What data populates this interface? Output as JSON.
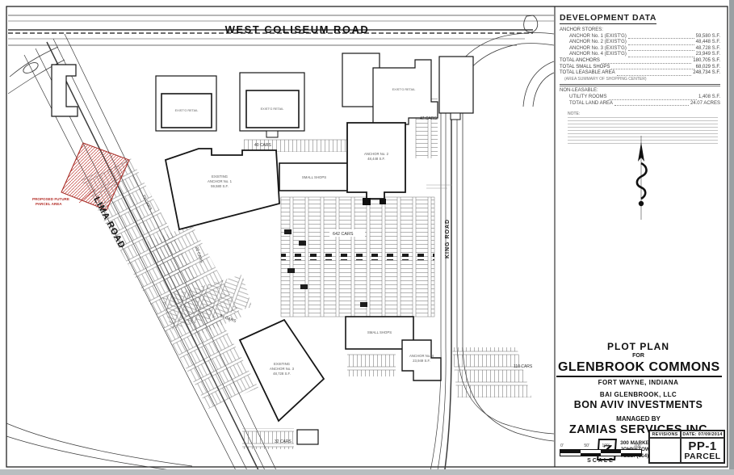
{
  "drawing": {
    "roads": {
      "west": "WEST COLISEUM ROAD",
      "lima": "LIMA ROAD",
      "king": "KING ROAD"
    },
    "red_note": {
      "line1": "PROPOSED FUTURE",
      "line2": "PARCEL AREA"
    },
    "parking": {
      "c40": "40 CARS",
      "c47": "47 CARS",
      "c642": "642 CARS",
      "c73": "73 CARS",
      "c22": "22 CARS",
      "c84": "84 CARS",
      "c110": "110 CARS",
      "c32": "32 CARS"
    },
    "buildings": {
      "anchor1": {
        "l1": "EXISTING",
        "l2": "ANCHOR No. 1",
        "l3": "59,580 S.F."
      },
      "anchor2": {
        "l1": "ANCHOR No. 2",
        "l2": "48,448 S.F."
      },
      "anchor3": {
        "l1": "EXISTING",
        "l2": "ANCHOR No. 3",
        "l3": "48,728 S.F."
      },
      "anchor4": {
        "l1": "ANCHOR No. 4",
        "l2": "23,949 S.F."
      },
      "shops1": "SMALL SHOPS",
      "shops2": "SMALL SHOPS",
      "outparcel": "EXIST'G RETAIL"
    }
  },
  "panel": {
    "development_data": {
      "header": "DEVELOPMENT DATA",
      "rows": [
        {
          "label": "ANCHOR STORES:",
          "value": ""
        },
        {
          "label": "ANCHOR No. 1 (EXIST'G)",
          "value": "59,580 S.F."
        },
        {
          "label": "ANCHOR No. 2 (EXIST'G)",
          "value": "48,448 S.F."
        },
        {
          "label": "ANCHOR No. 3 (EXIST'G)",
          "value": "48,728 S.F."
        },
        {
          "label": "ANCHOR No. 4 (EXIST'G)",
          "value": "23,949 S.F."
        },
        {
          "label": "TOTAL ANCHORS",
          "value": "180,705 S.F."
        },
        {
          "label": "TOTAL SMALL SHOPS",
          "value": "68,029 S.F."
        },
        {
          "label": "TOTAL LEASABLE AREA",
          "value": "248,734 S.F."
        },
        {
          "label": "(AREA SUMMARY OF SHOPPING CENTER)",
          "value": ""
        },
        {
          "label": "NON-LEASABLE:",
          "value": ""
        },
        {
          "label": "UTILITY ROOMS",
          "value": "1,408 S.F."
        },
        {
          "label": "TOTAL LAND AREA",
          "value": "24.07 ACRES"
        }
      ]
    },
    "note_title": "NOTE:",
    "title_block": {
      "line1": "PLOT PLAN",
      "line2": "FOR",
      "name": "GLENBROOK COMMONS",
      "city": "FORT WAYNE, INDIANA",
      "owner1": "BAI GLENBROOK, LLC",
      "owner2": "BON AVIV INVESTMENTS",
      "managed": "MANAGED BY",
      "company": "ZAMIAS SERVICES INC",
      "logo_letter": "Z",
      "address1": "300 MARKET STREET",
      "address2": "JOHNSTOWN, PA 15901",
      "phone": "TELE: (814)535-3883"
    },
    "scale": {
      "ticks": [
        "0'",
        "50'",
        "100'",
        "200'"
      ],
      "label": "SCALE"
    },
    "revisions": {
      "header": "REVISIONS",
      "date": "DATE: 07/09/2014",
      "sheet": "PP-1",
      "sheet_sub": "PARCEL"
    }
  },
  "colors": {
    "red": "#b5312b",
    "ink": "#1a1a1a"
  }
}
